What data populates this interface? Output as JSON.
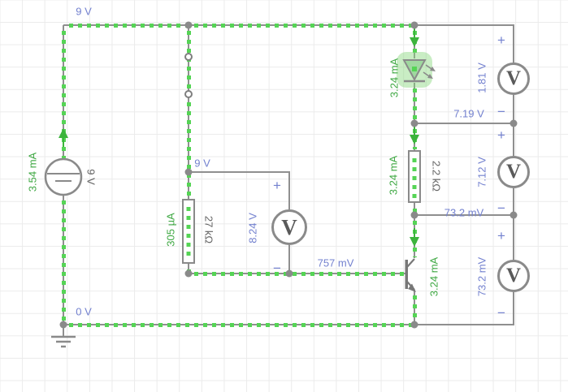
{
  "rails": {
    "top": "9 V",
    "bottom": "0 V"
  },
  "symbols": {
    "plus": "+",
    "minus": "−",
    "voltmeter": "V"
  },
  "source": {
    "value": "9 V",
    "current": "3.54 mA"
  },
  "r1": {
    "value": "27 kΩ",
    "current": "305 µA"
  },
  "r2": {
    "value": "2.2 kΩ",
    "current": "3.24 mA"
  },
  "led": {
    "current": "3.24 mA"
  },
  "transistor": {
    "current": "3.24 mA"
  },
  "nodes": {
    "r1_top": "9 V",
    "base": "757 mV",
    "led_r2": "7.19 V",
    "collector": "73.2 mV"
  },
  "vm_r1": {
    "reading": "8.24 V"
  },
  "vm_led": {
    "reading": "1.81 V"
  },
  "vm_r2": {
    "reading": "7.12 V"
  },
  "vm_ce": {
    "reading": "73.2 mV"
  },
  "colors": {
    "label_blue": "#7381cf",
    "current_green": "#3fa843",
    "flow_green": "#55d455",
    "wire_gray": "#8f8f8f"
  }
}
